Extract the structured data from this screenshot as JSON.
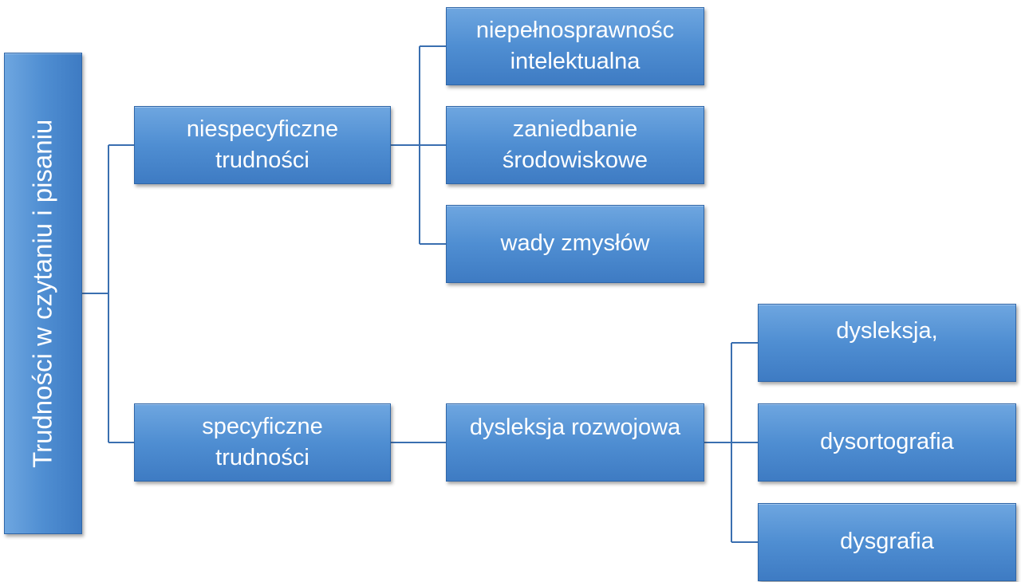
{
  "diagram": {
    "root": {
      "label": "Trudności w czytaniu i pisaniu"
    },
    "nonspecific": {
      "label_line1": "niespecyficzne",
      "label_line2": "trudności",
      "children": [
        {
          "line1": "niepełnosprawnośc",
          "line2": "intelektualna"
        },
        {
          "line1": "zaniedbanie",
          "line2": "środowiskowe"
        },
        {
          "line1": "wady zmysłów",
          "line2": ""
        }
      ]
    },
    "specific": {
      "label_line1": "specyficzne",
      "label_line2": "trudności",
      "child": {
        "label": "dysleksja rozwojowa",
        "children": [
          {
            "label": "dysleksja,"
          },
          {
            "label": "dysortografia"
          },
          {
            "label": "dysgrafia"
          }
        ]
      }
    }
  },
  "colors": {
    "box_top": "#6ea6e0",
    "box_bottom": "#3e7bc3",
    "connector": "#3a6fb0",
    "text": "#ffffff"
  }
}
